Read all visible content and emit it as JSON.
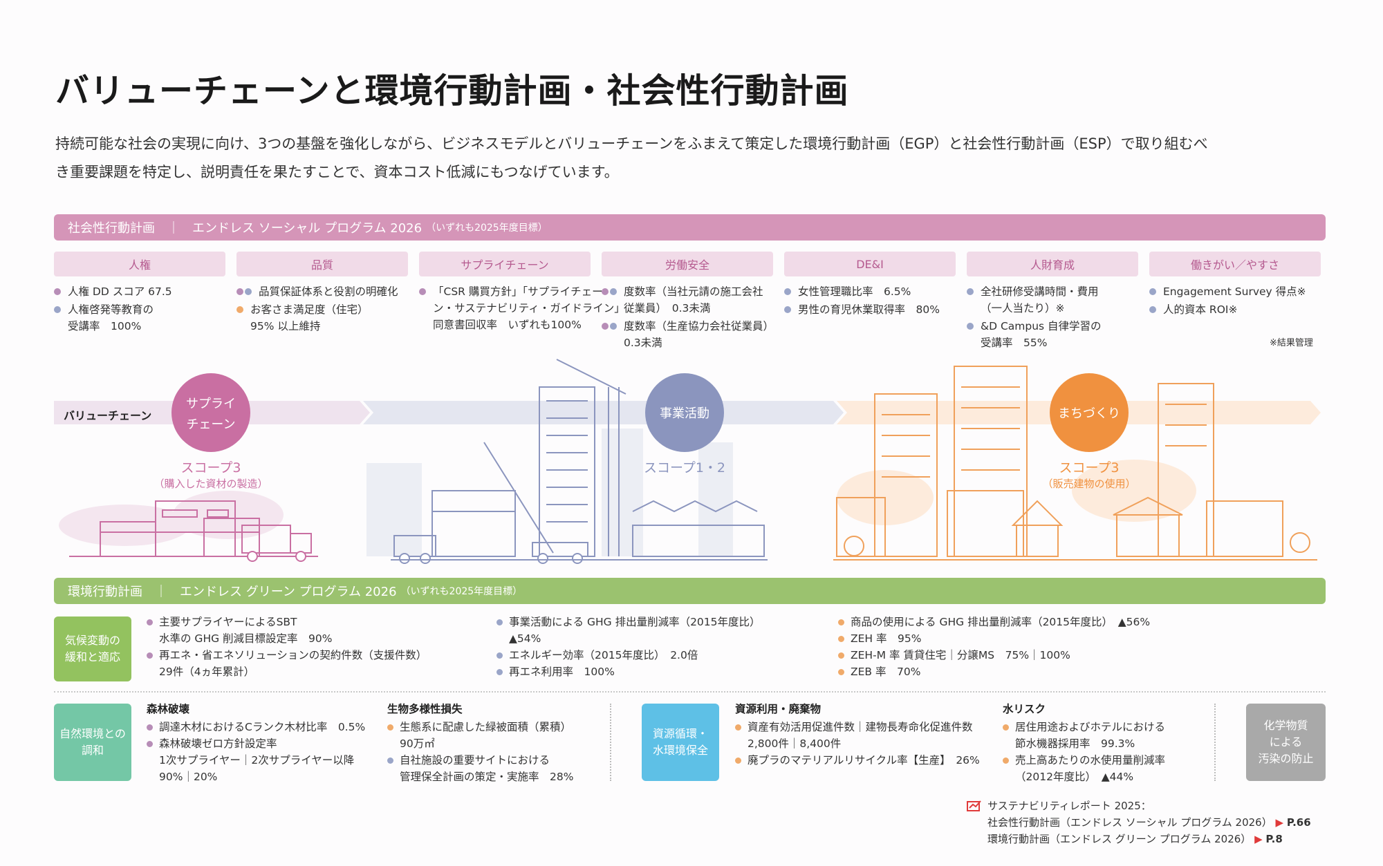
{
  "title": "バリューチェーンと環境行動計画・社会性行動計画",
  "intro": [
    "持続可能な社会の実現に向け、3つの基盤を強化しながら、ビジネスモデルとバリューチェーンをふまえて策定した環境行動計画（EGP）と社会性行動計画（ESP）で取り組むべ",
    "き重要課題を特定し、説明責任を果たすことで、資本コスト低減にもつなげています。"
  ],
  "social_bar": {
    "label": "社会性行動計画　｜　エンドレス ソーシャル プログラム 2026",
    "sub": "（いずれも2025年度目標）"
  },
  "social_tabs": [
    "人権",
    "品質",
    "サプライチェーン",
    "労働安全",
    "DE&I",
    "人財育成",
    "働きがい／やすさ"
  ],
  "social_kpis": [
    [
      {
        "dots": [
          "pink"
        ],
        "lines": [
          "人権 DD スコア 67.5"
        ]
      },
      {
        "dots": [
          "blue"
        ],
        "lines": [
          "人権啓発等教育の",
          "受講率　100%"
        ]
      }
    ],
    [
      {
        "dots": [
          "pink",
          "blue"
        ],
        "lines": [
          "品質保証体系と役割の明確化"
        ]
      },
      {
        "dots": [
          "orange"
        ],
        "lines": [
          "お客さま満足度（住宅）",
          "95% 以上維持"
        ]
      }
    ],
    [
      {
        "dots": [
          "pink"
        ],
        "lines": [
          "「CSR 購買方針」「サプライチェー",
          "ン・サステナビリティ・ガイドライン」",
          "同意書回収率　いずれも100%"
        ]
      }
    ],
    [
      {
        "dots": [
          "pink",
          "blue"
        ],
        "lines": [
          "度数率（当社元請の施工会社",
          "従業員）　0.3未満"
        ]
      },
      {
        "dots": [
          "pink",
          "blue"
        ],
        "lines": [
          "度数率（生産協力会社従業員）",
          "0.3未満"
        ]
      }
    ],
    [
      {
        "dots": [
          "blue"
        ],
        "lines": [
          "女性管理職比率　6.5%"
        ]
      },
      {
        "dots": [
          "blue"
        ],
        "lines": [
          "男性の育児休業取得率　80%"
        ]
      }
    ],
    [
      {
        "dots": [
          "blue"
        ],
        "lines": [
          "全社研修受講時間・費用",
          "（一人当たり）※"
        ]
      },
      {
        "dots": [
          "blue"
        ],
        "lines": [
          "&D Campus 自律学習の",
          "受講率　55%"
        ]
      }
    ],
    [
      {
        "dots": [
          "blue"
        ],
        "lines": [
          "Engagement Survey 得点※"
        ]
      },
      {
        "dots": [
          "blue"
        ],
        "lines": [
          "人的資本 ROI※"
        ]
      }
    ]
  ],
  "result_note": "※結果管理",
  "value_chain": {
    "label": "バリューチェーン",
    "stages": [
      {
        "circle_l1": "サプライ",
        "circle_l2": "チェーン",
        "scope": "スコープ3",
        "scope_sub": "（購入した資材の製造）",
        "color": "#c96fa2"
      },
      {
        "circle_l1": "事業活動",
        "circle_l2": "",
        "scope": "スコープ1・2",
        "scope_sub": "",
        "color": "#8b95be"
      },
      {
        "circle_l1": "まちづくり",
        "circle_l2": "",
        "scope": "スコープ3",
        "scope_sub": "（販売建物の使用）",
        "color": "#f0913f"
      }
    ]
  },
  "env_bar": {
    "label": "環境行動計画　｜　エンドレス グリーン プログラム 2026",
    "sub": "（いずれも2025年度目標）"
  },
  "climate": {
    "category": [
      "気候変動の",
      "緩和と適応"
    ],
    "col1": [
      {
        "dot": "pink",
        "lines": [
          "主要サプライヤーによるSBT",
          "水準の GHG 削減目標設定率　90%"
        ]
      },
      {
        "dot": "pink",
        "lines": [
          "再エネ・省エネソリューションの契約件数（支援件数）",
          "29件（4ヵ年累計）"
        ]
      }
    ],
    "col2": [
      {
        "dot": "blue",
        "lines": [
          "事業活動による GHG 排出量削減率（2015年度比）",
          "▲54%"
        ]
      },
      {
        "dot": "blue",
        "lines": [
          "エネルギー効率（2015年度比）　2.0倍"
        ]
      },
      {
        "dot": "blue",
        "lines": [
          "再エネ利用率　100%"
        ]
      }
    ],
    "col3": [
      {
        "dot": "orange",
        "lines": [
          "商品の使用による GHG 排出量削減率（2015年度比）　▲56%"
        ]
      },
      {
        "dot": "orange",
        "lines": [
          "ZEH 率　95%"
        ]
      },
      {
        "dot": "orange",
        "lines": [
          "ZEH-M 率 賃貸住宅｜分譲MS　75%｜100%"
        ]
      },
      {
        "dot": "orange",
        "lines": [
          "ZEB 率　70%"
        ]
      }
    ]
  },
  "nature": {
    "category": [
      "自然環境との",
      "調和"
    ],
    "forest_title": "森林破壊",
    "forest": [
      {
        "dot": "pink",
        "lines": [
          "調達木材におけるCランク木材比率　0.5%"
        ]
      },
      {
        "dot": "pink",
        "lines": [
          "森林破壊ゼロ方針設定率",
          "1次サプライヤー｜2次サプライヤー以降",
          "90%｜20%"
        ]
      }
    ],
    "bio_title": "生物多様性損失",
    "bio": [
      {
        "dot": "orange",
        "lines": [
          "生態系に配慮した緑被面積（累積）",
          "90万㎡"
        ]
      },
      {
        "dot": "blue",
        "lines": [
          "自社施設の重要サイトにおける",
          "管理保全計画の策定・実施率　28%"
        ]
      }
    ]
  },
  "resource": {
    "category": [
      "資源循環・",
      "水環境保全"
    ],
    "res_title": "資源利用・廃棄物",
    "res": [
      {
        "dot": "orange",
        "lines": [
          "資産有効活用促進件数｜建物長寿命化促進件数",
          "2,800件｜8,400件"
        ]
      },
      {
        "dot": "orange",
        "lines": [
          "廃プラのマテリアルリサイクル率【生産】　26%"
        ]
      }
    ],
    "water_title": "水リスク",
    "water": [
      {
        "dot": "orange",
        "lines": [
          "居住用途およびホテルにおける",
          "節水機器採用率　99.3%"
        ]
      },
      {
        "dot": "orange",
        "lines": [
          "売上高あたりの水使用量削減率",
          "（2012年度比）　▲44%"
        ]
      }
    ]
  },
  "chemical": {
    "category": [
      "化学物質",
      "による",
      "汚染の防止"
    ]
  },
  "report": {
    "title": "サステナビリティレポート 2025：",
    "line1": "社会性行動計画（エンドレス ソーシャル プログラム 2026）",
    "page1": "P.66",
    "line2": "環境行動計画（エンドレス グリーン プログラム 2026）",
    "page2": "P.8"
  },
  "colors": {
    "social": "#d595b8",
    "env": "#9bc26f",
    "climate_box": "#93c25f",
    "nature_box": "#74c7a6",
    "resource_box": "#5ec0e6",
    "chemical_box": "#a9a9a9",
    "arrow": "#e03a3a"
  }
}
